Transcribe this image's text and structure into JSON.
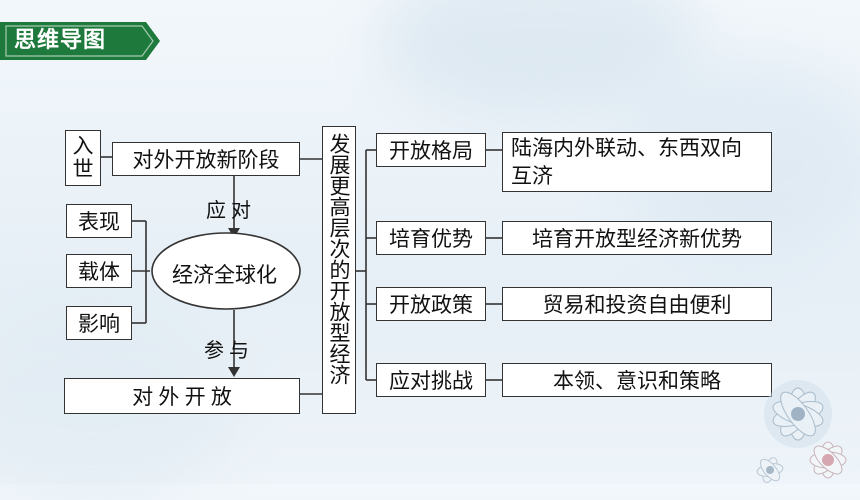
{
  "title": "思维导图",
  "left": {
    "ru_shi": "入世",
    "new_stage": "对外开放新阶段",
    "respond_label": "应 对",
    "aspects": [
      "表现",
      "载体",
      "影响"
    ],
    "globalization": "经济全球化",
    "participate_label": "参 与",
    "opening": "对 外 开 放"
  },
  "center": {
    "main_vertical": "发展更高层次的开放型经济"
  },
  "branches": [
    {
      "category": "开放格局",
      "content": "陆海内外联动、东西双向互济"
    },
    {
      "category": "培育优势",
      "content": "培育开放型经济新优势"
    },
    {
      "category": "开放政策",
      "content": "贸易和投资自由便利"
    },
    {
      "category": "应对挑战",
      "content": "本领、意识和策略"
    }
  ],
  "colors": {
    "badge_green": "#1e7a3c",
    "line": "#333333"
  }
}
